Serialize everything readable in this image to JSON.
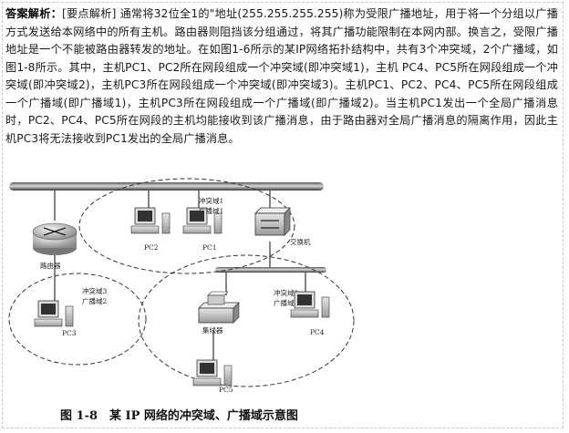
{
  "answer": {
    "lead": "答案解析：",
    "body": "[要点解析] 通常将32位全1的\"地址(255.255.255.255)称为受限广播地址，用于将一个分组以广播方式发送给本网络中的所有主机。路由器则阻挡该分组通过，将其广播功能限制在本网内部。换言之，受限广播地址是一个不能被路由器转发的地址。在如图1-6所示的某IP网络拓扑结构中，共有3个冲突域，2个广播域，如图1-8所示。其中，主机PC1、PC2所在网段组成一个冲突域(即冲突域1)，主机 PC4、PC5所在网段组成一个冲突域(即冲突域2)，主机PC3所在网段组成一个冲突域(即冲突域3)。主机PC1、PC2、PC4、PC5所在网段组成一个广播域(即广播域1)，主机PC3所在网段组成一个广播域(即广播域2)。当主机PC1发出一个全局广播消息时，PC2、PC4、PC5所在网段的主机均能接收到该广播消息，由于路由器对全局广播消息的隔离作用，因此主机PC3将无法接收到PC1发出的全局广播消息。"
  },
  "figure": {
    "caption": "图 1-8　某 IP 网络的冲突域、广播域示意图",
    "labels": {
      "top_collision": "冲突域1",
      "top_broadcast": "广播域1",
      "pc1": "PC1",
      "pc2": "PC2",
      "router": "路由器",
      "switch": "交换机",
      "left_collision": "冲突域3",
      "left_broadcast": "广播域2",
      "pc3": "PC3",
      "right_collision": "冲突域2",
      "right_broadcast": "广播域1",
      "hub": "集线器",
      "pc4": "PC4",
      "pc5": "PC5"
    }
  }
}
